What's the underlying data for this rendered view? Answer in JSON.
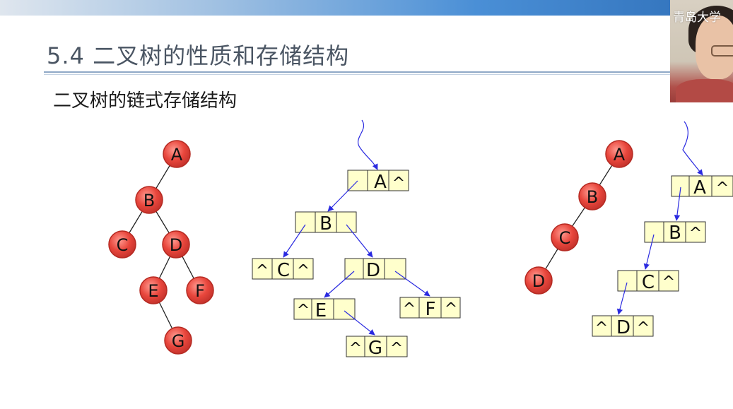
{
  "slide": {
    "title": "5.4  二叉树的性质和存储结构",
    "subtitle": "二叉树的链式存储结构",
    "watermark": "青岛大学"
  },
  "tree1": {
    "nodes": [
      "A",
      "B",
      "C",
      "D",
      "E",
      "F",
      "G"
    ]
  },
  "list1": {
    "cells": [
      [
        "",
        "A",
        "^"
      ],
      [
        "",
        "B",
        ""
      ],
      [
        "^",
        "C",
        "^"
      ],
      [
        "",
        "D",
        ""
      ],
      [
        "^",
        "E",
        ""
      ],
      [
        "^",
        "F",
        "^"
      ],
      [
        "^",
        "G",
        "^"
      ]
    ]
  },
  "tree2": {
    "nodes": [
      "A",
      "B",
      "C",
      "D"
    ]
  },
  "list2": {
    "cells": [
      [
        "",
        "A",
        "^"
      ],
      [
        "",
        "B",
        "^"
      ],
      [
        "",
        "C",
        "^"
      ],
      [
        "^",
        "D",
        "^"
      ]
    ]
  },
  "colors": {
    "node_fill": "#e8463c",
    "node_border": "#b52a22",
    "cell_fill": "#ffffcc",
    "arrow": "#2a2ae0"
  }
}
